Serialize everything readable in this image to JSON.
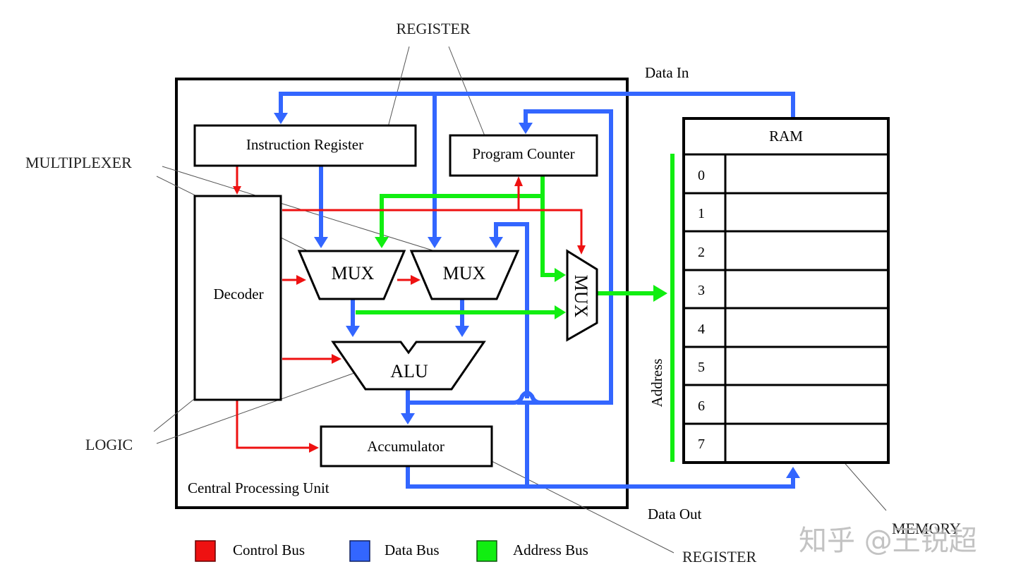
{
  "diagram": {
    "cpu_label": "Central Processing Unit",
    "blocks": {
      "instruction_register": "Instruction Register",
      "program_counter": "Program Counter",
      "decoder": "Decoder",
      "mux_1": "MUX",
      "mux_2": "MUX",
      "mux_3": "MUX",
      "alu": "ALU",
      "accumulator": "Accumulator"
    },
    "ram": {
      "title": "RAM",
      "rows": [
        "0",
        "1",
        "2",
        "3",
        "4",
        "5",
        "6",
        "7"
      ]
    },
    "io_labels": {
      "data_in": "Data In",
      "data_out": "Data Out",
      "address": "Address"
    },
    "annotations": {
      "register_top": "REGISTER",
      "multiplexer": "MULTIPLEXER",
      "logic": "LOGIC",
      "register_bottom": "REGISTER",
      "memory": "MEMORY"
    },
    "legend": [
      {
        "label": "Control Bus",
        "color": "#ee1111"
      },
      {
        "label": "Data Bus",
        "color": "#3366ff"
      },
      {
        "label": "Address Bus",
        "color": "#11ee11"
      }
    ],
    "watermark": "知乎 @王锐超",
    "colors": {
      "control_bus": "#ee1111",
      "data_bus": "#3366ff",
      "address_bus": "#11ee11"
    }
  }
}
